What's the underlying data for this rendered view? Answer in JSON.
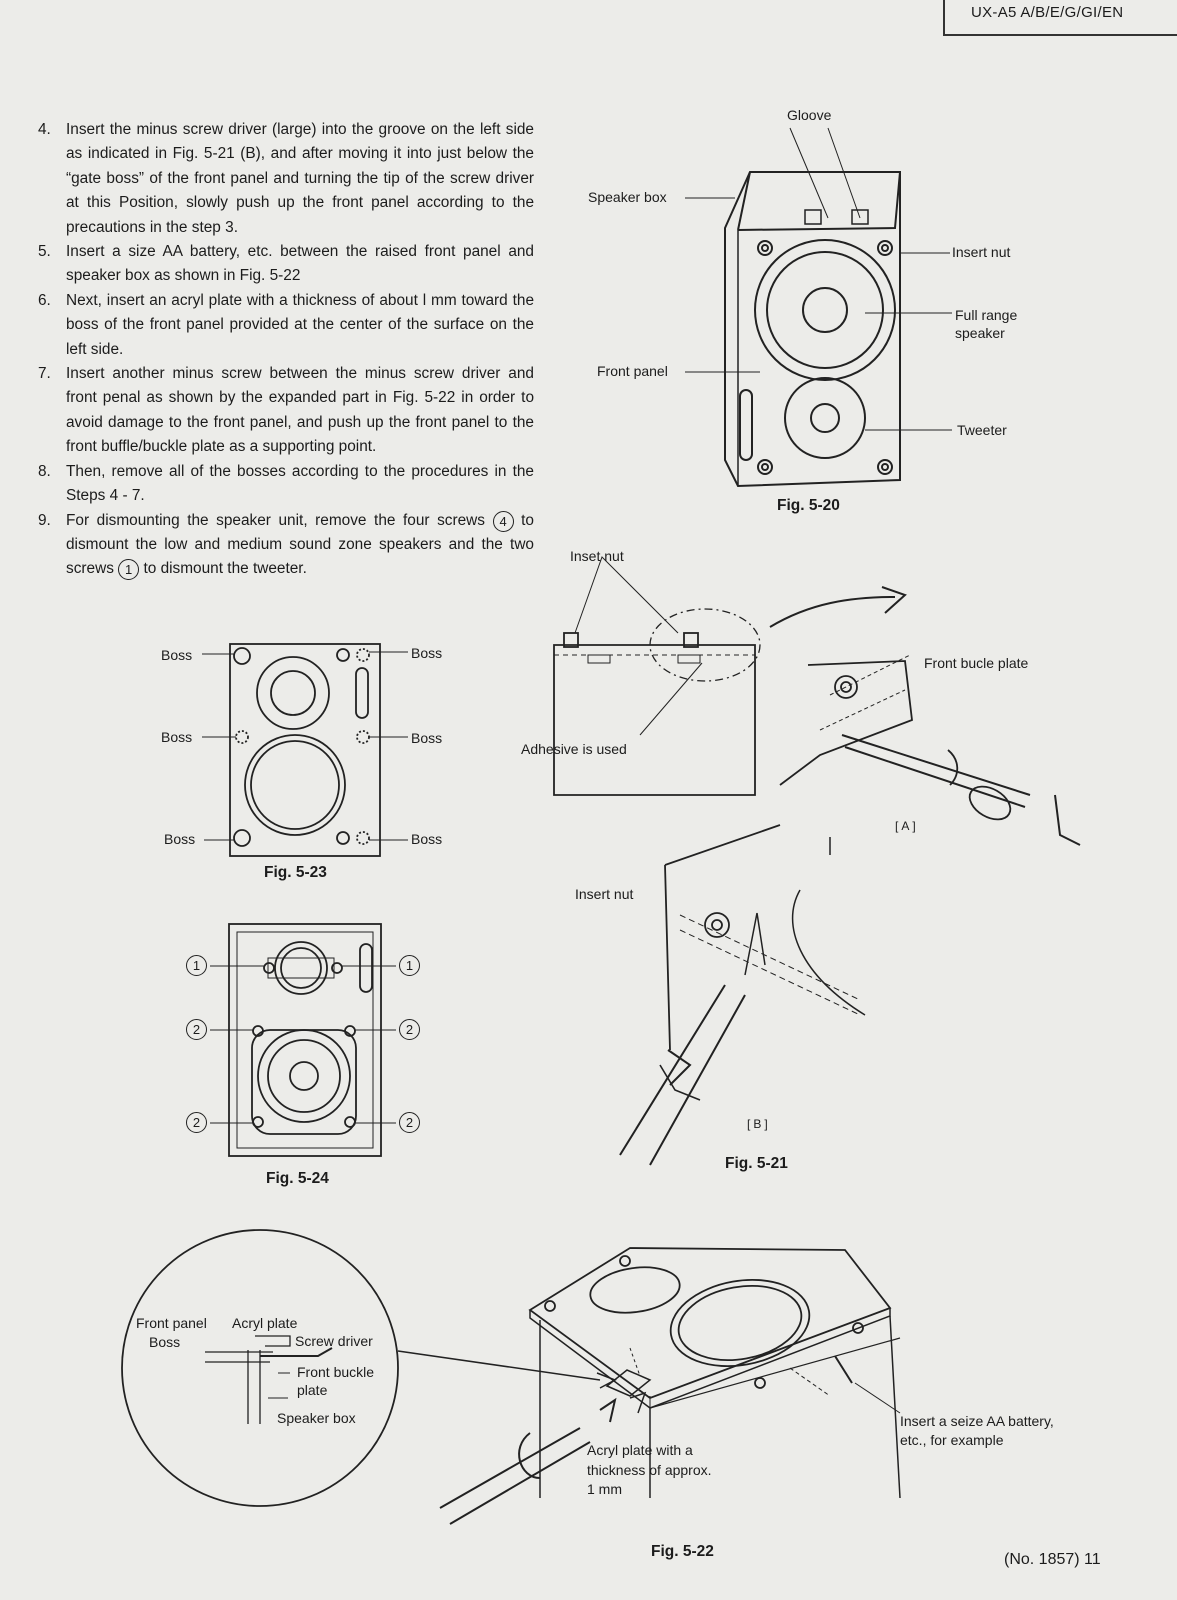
{
  "header": {
    "model": "UX-A5 A/B/E/G/GI/EN"
  },
  "steps": [
    {
      "num": "4.",
      "text": "Insert the minus screw driver (large) into the groove on the left side as indicated in Fig. 5-21 (B), and after moving it into just below the “gate boss” of the front panel and turning the tip of the screw driver at this Position, slowly push up the front panel according to the precautions in the step 3."
    },
    {
      "num": "5.",
      "text": "Insert a size AA battery, etc. between the raised front panel and speaker box as shown in Fig. 5-22"
    },
    {
      "num": "6.",
      "text": "Next, insert an acryl plate with a thickness of about l mm toward the boss of the front panel provided at the center of the surface on the left side."
    },
    {
      "num": "7.",
      "text": "Insert another minus screw between the minus screw driver and front penal as shown by the expanded part in Fig. 5-22 in order to avoid damage to the front panel, and push up the front panel to the front buffle/buckle plate as a supporting point."
    },
    {
      "num": "8.",
      "text": "Then, remove all of the bosses according to the procedures in the Steps 4 - 7."
    },
    {
      "num": "9.",
      "text_a": "For dismounting the speaker unit, remove the four screws",
      "screw_a": "4",
      "text_b": "to dismount the low and medium sound zone speakers and the two screws",
      "screw_b": "1",
      "text_c": "to dismount the tweeter."
    }
  ],
  "fig_5_20": {
    "caption": "Fig. 5-20",
    "groove": "Gloove",
    "speaker_box": "Speaker box",
    "insert_nut": "Insert nut",
    "full_range_1": "Full range",
    "full_range_2": "speaker",
    "front_panel": "Front panel",
    "tweeter": "Tweeter"
  },
  "fig_5_21": {
    "caption": "Fig. 5-21",
    "inset_nut": "Inset nut",
    "adhesive": "Adhesive is used",
    "front_bucle_plate": "Front bucle plate",
    "view_a": "[A]",
    "insert_nut": "Insert nut",
    "view_b": "[B]"
  },
  "fig_5_23": {
    "caption": "Fig. 5-23",
    "boss_tl": "Boss",
    "boss_tr": "Boss",
    "boss_ml": "Boss",
    "boss_mr": "Boss",
    "boss_bl": "Boss",
    "boss_br": "Boss"
  },
  "fig_5_24": {
    "caption": "Fig. 5-24",
    "screw_1l": "1",
    "screw_1r": "1",
    "screw_2ml": "2",
    "screw_2mr": "2",
    "screw_2bl": "2",
    "screw_2br": "2"
  },
  "fig_5_22": {
    "caption": "Fig. 5-22",
    "front_panel": "Front panel",
    "acryl_plate": "Acryl plate",
    "boss": "Boss",
    "screw_driver": "Screw driver",
    "front_buckle_1": "Front buckle",
    "front_buckle_2": "plate",
    "speaker_box": "Speaker box",
    "acryl_note_1": "Acryl plate with a",
    "acryl_note_2": "thickness of approx.",
    "acryl_note_3": "1 mm",
    "battery_1": "Insert a seize AA battery,",
    "battery_2": "etc., for example"
  },
  "footer": {
    "page": "(No. 1857) 11"
  }
}
